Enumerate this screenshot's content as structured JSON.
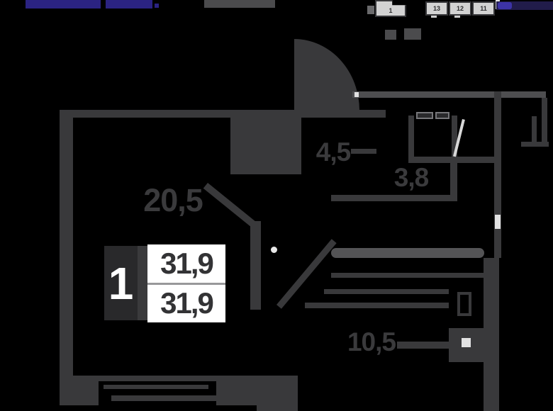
{
  "header": {
    "minimap": {
      "units": [
        {
          "number": "1"
        },
        {
          "number": "13"
        },
        {
          "number": "12"
        },
        {
          "number": "11"
        }
      ]
    }
  },
  "plan": {
    "badge": {
      "rooms": "1",
      "area_top": "31,9",
      "area_bottom": "31,9"
    },
    "labels": {
      "living": "20,5",
      "hallway": "4,5",
      "bathroom": "3,8",
      "terrace": "10,5"
    },
    "colors": {
      "background": "#000000",
      "wall": "#39393b",
      "wall_light": "#4e4e50",
      "accent_navy": "#2b2382",
      "banner_navy": "#211c4a",
      "badge_panel": "#ffffff",
      "badge_square": "#29292b",
      "minimap_fill": "#d2d2d2"
    }
  }
}
